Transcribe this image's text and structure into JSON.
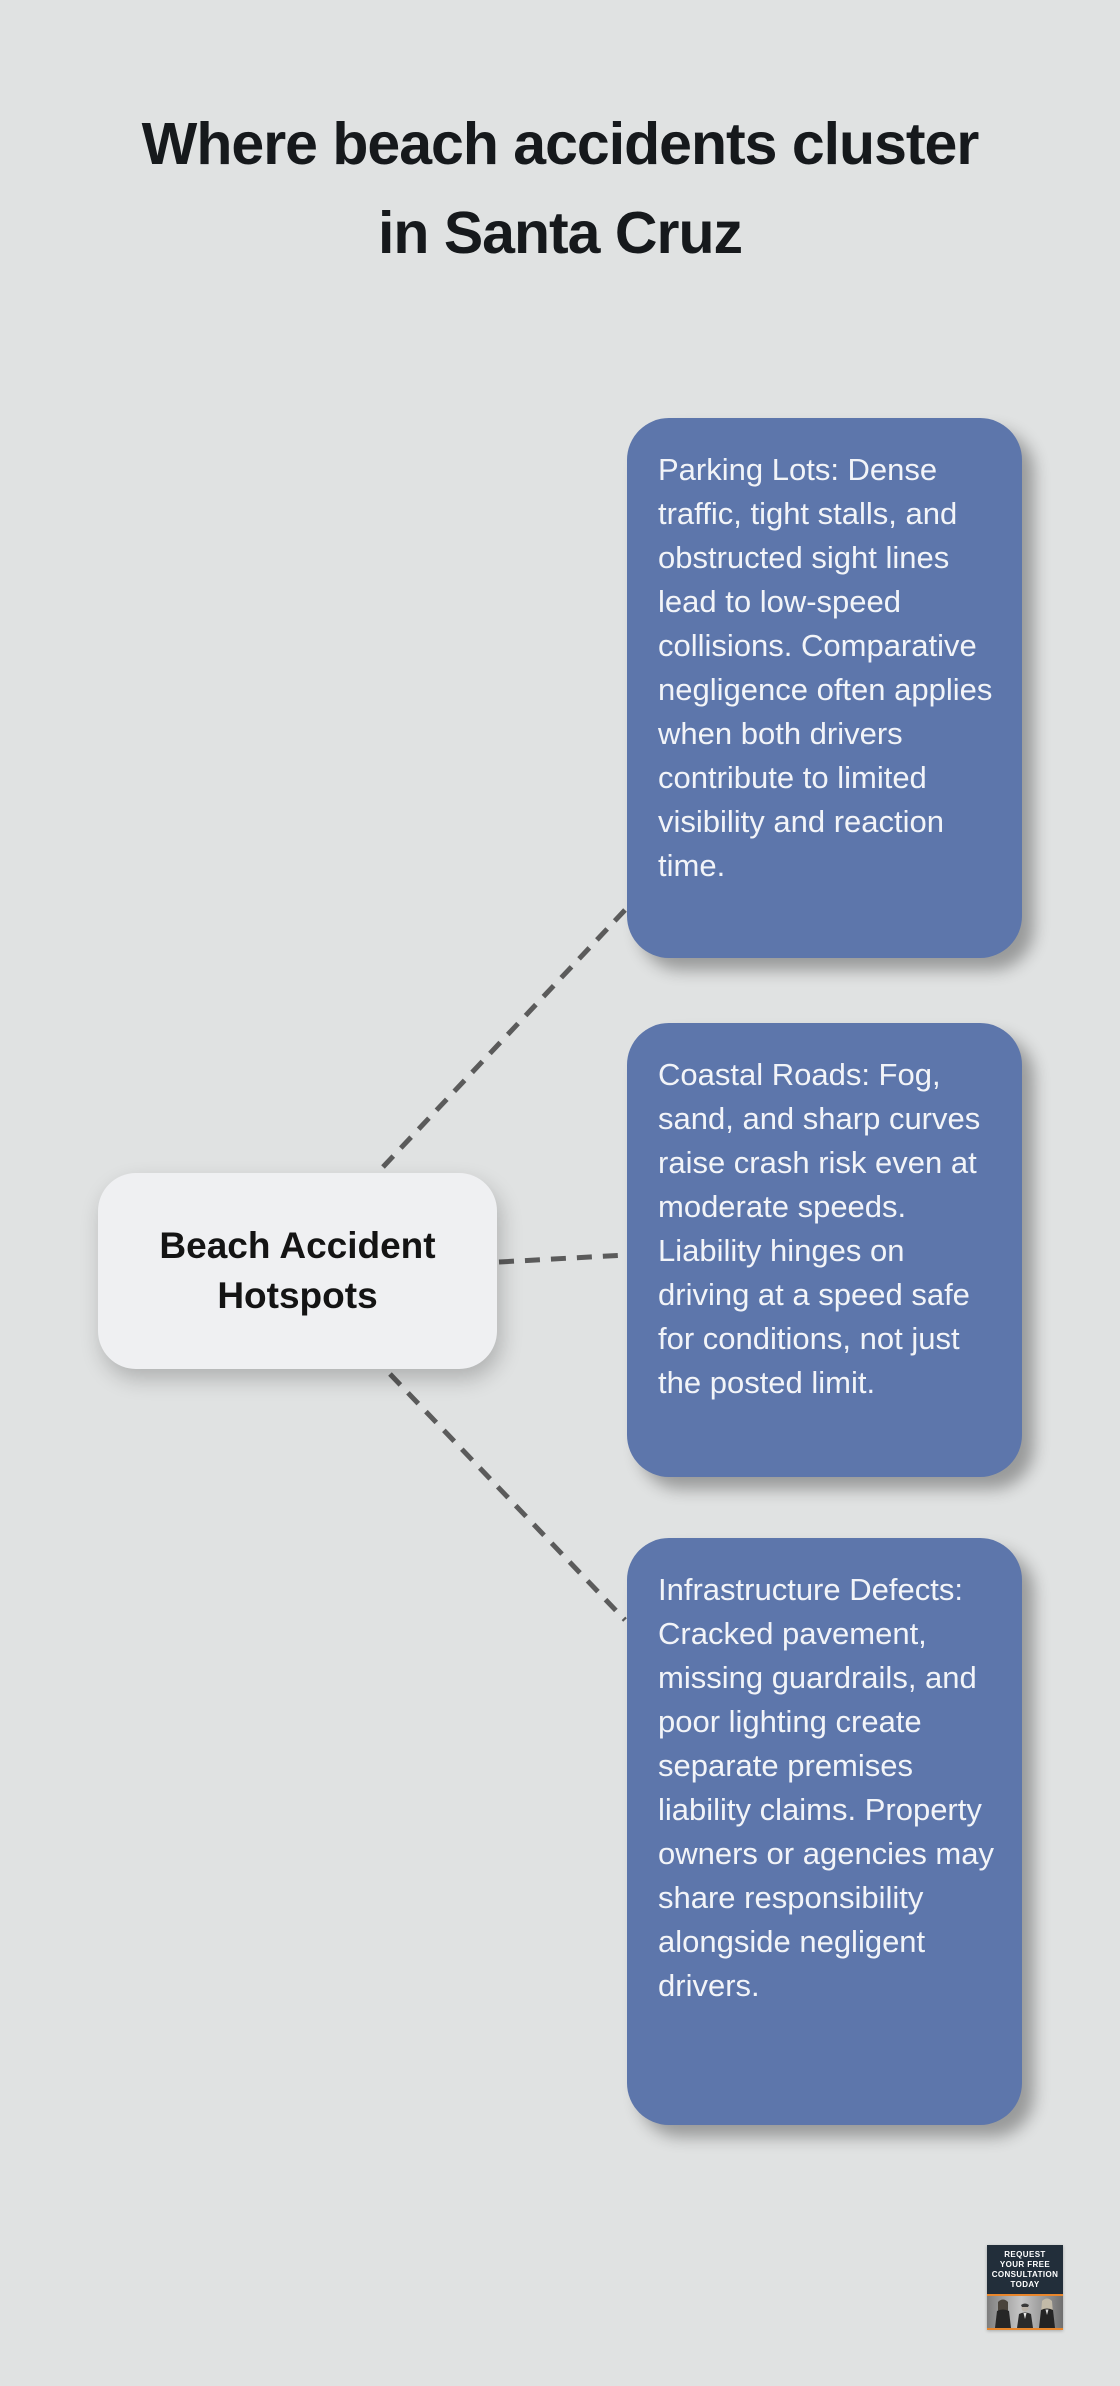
{
  "title": {
    "lines": [
      "Where beach accidents cluster",
      "in Santa Cruz"
    ]
  },
  "center_node": {
    "label": "Beach Accident Hotspots"
  },
  "branches": [
    {
      "id": "parking-lots",
      "text": "Parking Lots: Dense traffic, tight stalls, and obstructed sight lines lead to low-speed collisions. Comparative negligence often applies when both drivers contribute to limited visibility and reaction time."
    },
    {
      "id": "coastal-roads",
      "text": "Coastal Roads: Fog, sand, and sharp curves raise crash risk even at moderate speeds. Liability hinges on driving at a speed safe for conditions, not just the posted limit."
    },
    {
      "id": "infrastructure-defects",
      "text": "Infrastructure Defects: Cracked pavement, missing guardrails, and poor lighting create separate premises liability claims. Property owners or agencies may share responsibility alongside negligent drivers."
    }
  ],
  "badge": {
    "lines": [
      "REQUEST",
      "YOUR FREE",
      "CONSULTATION",
      "TODAY"
    ]
  },
  "colors": {
    "page_background": "#e0e2e2",
    "branch_background": "#5d76ab",
    "branch_text": "#f2f4f8",
    "node_background": "#eff0f2",
    "node_text": "#141414",
    "title_text": "#16191c",
    "connector": "#5b5b5b",
    "badge_background": "#222e3a",
    "badge_accent_orange": "#e8862c"
  }
}
